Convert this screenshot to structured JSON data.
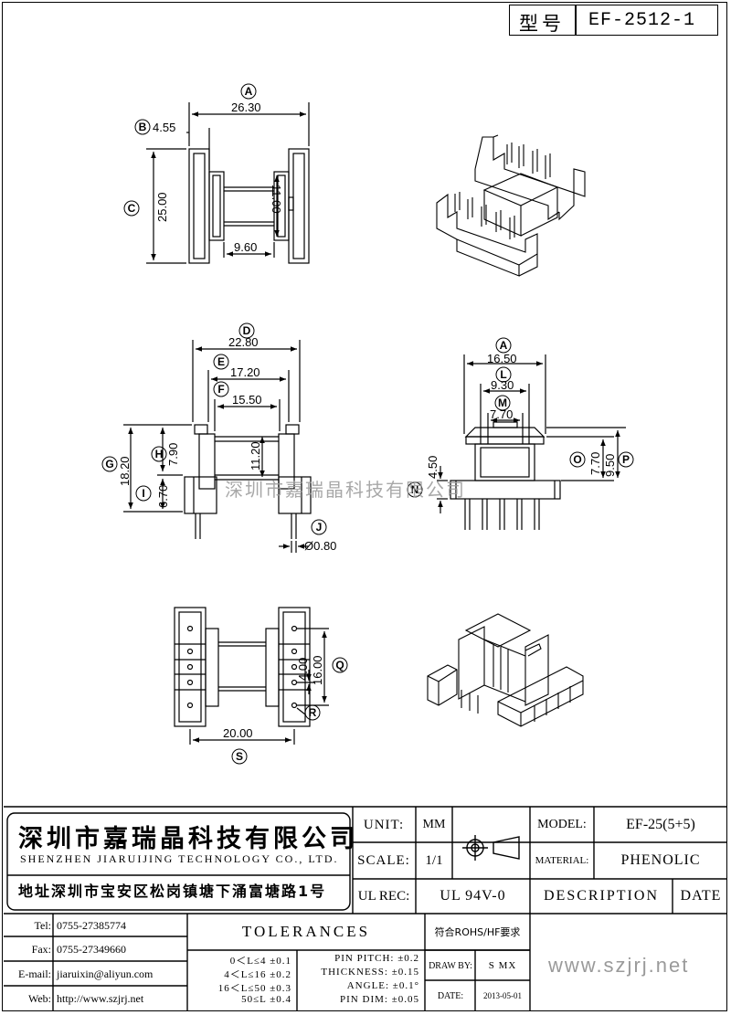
{
  "title_block": {
    "model_label": "型号",
    "model_value": "EF-2512-1"
  },
  "watermark": "深圳市嘉瑞晶科技有限公司",
  "views": {
    "top": {
      "A": "26.30",
      "B": "4.55",
      "C": "25.00",
      "inner": "11.00",
      "base": "9.60"
    },
    "front": {
      "D": "22.80",
      "E": "17.20",
      "F": "15.50",
      "G": "18.20",
      "H": "7.90",
      "I": "6.70",
      "core": "11.20",
      "J": "Ø0.80"
    },
    "side": {
      "A": "16.50",
      "L": "9.30",
      "M": "7.70",
      "O": "7.70",
      "P": "9.50",
      "N": "4.50"
    },
    "bottom": {
      "Q1": "16.00",
      "Q2": "4.00",
      "S": "20.00"
    }
  },
  "letters": [
    "A",
    "B",
    "C",
    "D",
    "E",
    "F",
    "G",
    "H",
    "I",
    "J",
    "L",
    "M",
    "N",
    "O",
    "P",
    "Q",
    "R",
    "S"
  ],
  "company": {
    "name_cn": "深圳市嘉瑞晶科技有限公司",
    "name_en": "SHENZHEN JIARUIJING TECHNOLOGY CO., LTD.",
    "address": "地址深圳市宝安区松岗镇塘下涌富塘路1号",
    "tel_label": "Tel:",
    "tel": "0755-27385774",
    "fax_label": "Fax:",
    "fax": "0755-27349660",
    "email_label": "E-mail:",
    "email": "jiaruixin@aliyun.com",
    "web_label": "Web:",
    "web": "http://www.szjrj.net"
  },
  "spec": {
    "unit_label": "UNIT:",
    "unit": "MM",
    "scale_label": "SCALE:",
    "scale": "1/1",
    "ulrec_label": "UL REC:",
    "ulrec": "UL 94V-0",
    "model_label": "MODEL:",
    "model": "EF-25(5+5)",
    "material_label": "MATERIAL:",
    "material": "PHENOLIC",
    "description": "DESCRIPTION",
    "date_header": "DATE",
    "tolerances": "TOLERANCES",
    "rohs": "符合ROHS/HF要求",
    "tol_rows": [
      "0＜L≤4 ±0.1",
      "4＜L≤16 ±0.2",
      "16＜L≤50 ±0.3",
      "50≤L ±0.4"
    ],
    "pin_rows": [
      "PIN PITCH: ±0.2",
      "THICKNESS: ±0.15",
      "ANGLE: ±0.1°",
      "PIN DIM: ±0.05"
    ],
    "draw_by_label": "DRAW BY:",
    "draw_by": "S MX",
    "date_label": "DATE:",
    "date": "2013-05-01",
    "website": "www.szjrj.net"
  }
}
